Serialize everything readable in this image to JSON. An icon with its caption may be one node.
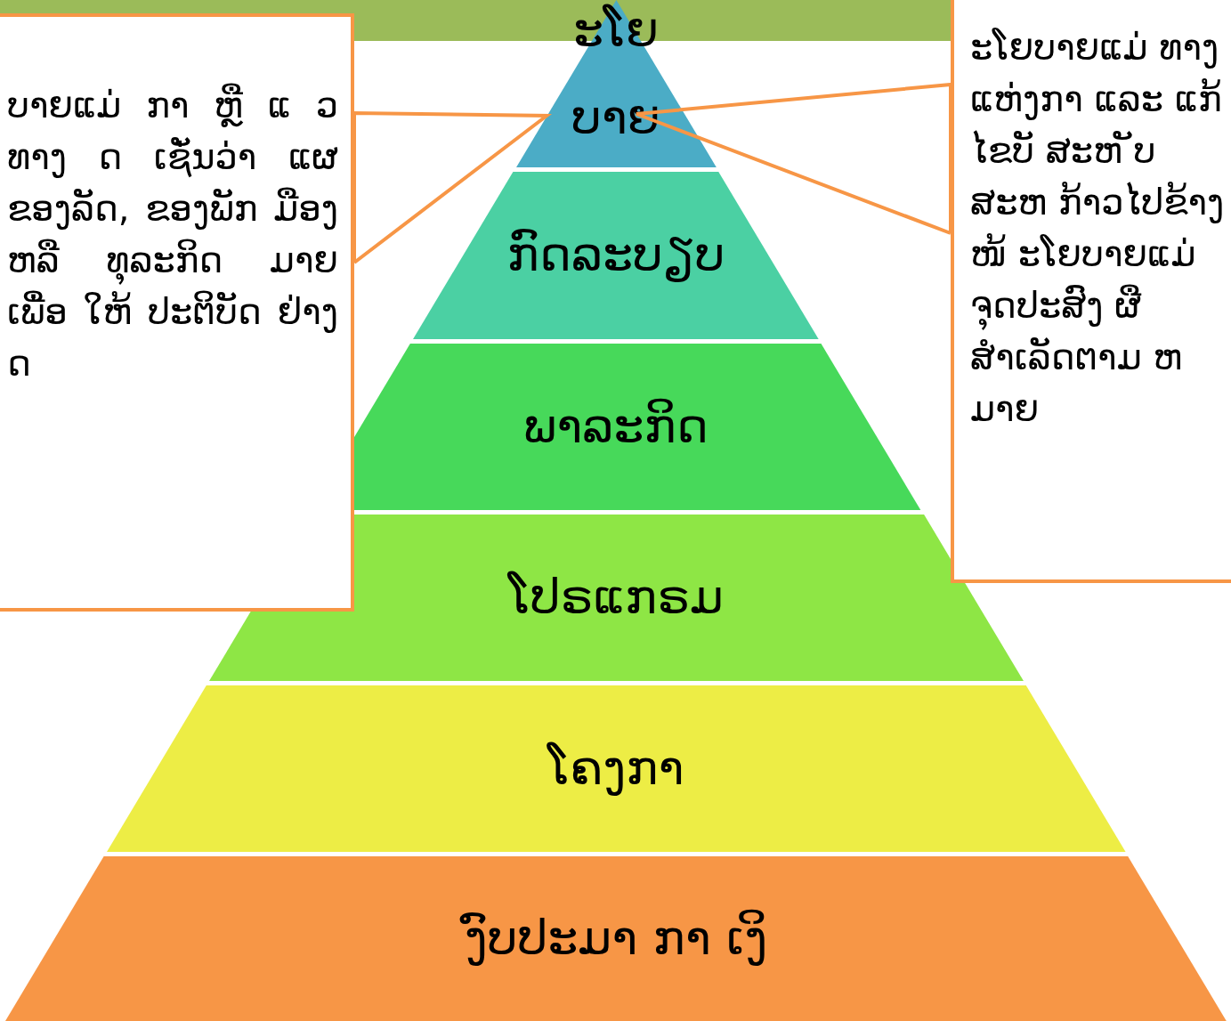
{
  "diagram": {
    "nodes": [
      {
        "text": [
          "ະໂຍ",
          "ບາຍ"
        ]
      },
      {
        "text": [
          "ກົດລະບຽບ"
        ]
      },
      {
        "text": [
          "ພາລະກິດ"
        ]
      },
      {
        "text": [
          "ໂປຣແກຣມ"
        ]
      },
      {
        "text": [
          "ໂຄງກາ"
        ]
      },
      {
        "text": [
          "ງົບປະມາ ກາ ເງິ"
        ]
      },
      {
        "text": [
          "ບາຍແມ່ ກາ ຫຼື ແ ວທາງ ດ ເຊັ່ນວ່າ ແຜ ຂອງລັດ, ຂອງພັກ ມືອງ ຫລື ທຸລະກິດ ມາຍ ເພື່ອ ໃຫ້ ປະຕິບັດ ຢ່າງ ດ"
        ]
      },
      {
        "text": [
          "ະໂຍບາຍແມ່ ທາງແຫ່ງກາ ແລະ ແກ້ໄຂບັ ສະຫ ັບສະຫ ກ້າວໄປຂ້າງໜ້ ະໂຍບາຍແມ່ ຈຸດປະສົງ ຜື ສຳເລັດຕາມ ຫມາຍ"
        ]
      }
    ],
    "edges": [
      {
        "from": 6,
        "to": 0,
        "arrow": "none"
      },
      {
        "from": 7,
        "to": 0,
        "arrow": "none"
      }
    ]
  }
}
